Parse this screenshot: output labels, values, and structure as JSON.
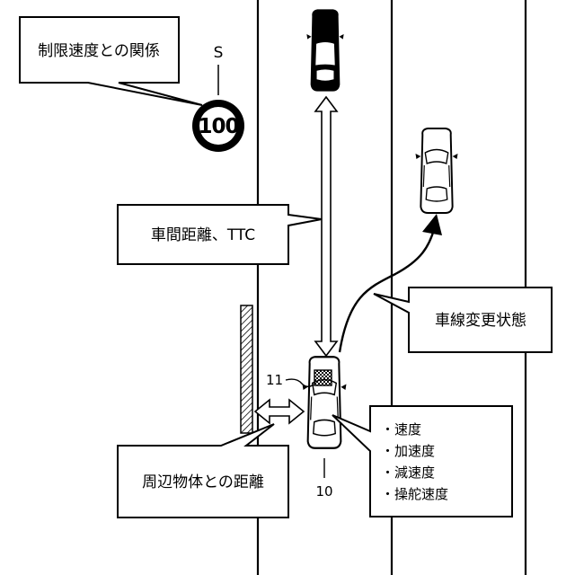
{
  "callouts": {
    "speed_limit": "制限速度との関係",
    "gap_ttc": "車間距離、TTC",
    "lane_change": "車線変更状態",
    "surroundings": "周辺物体との距離"
  },
  "sign": {
    "value": "100",
    "label": "S"
  },
  "references": {
    "vehicle": "10",
    "sensor": "11"
  },
  "vehicle_state": [
    "・速度",
    "・加速度",
    "・減速度",
    "・操舵速度"
  ]
}
